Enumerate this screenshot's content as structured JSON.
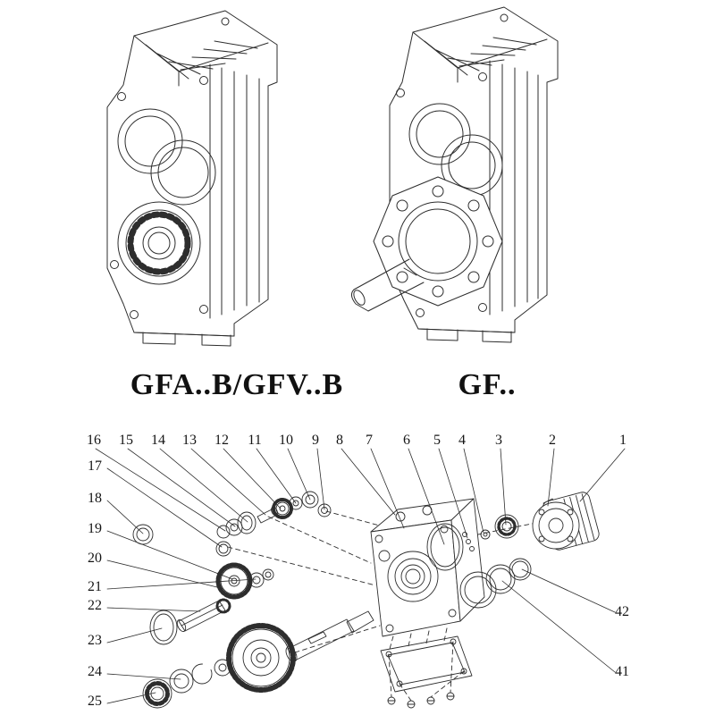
{
  "colors": {
    "line": "#2d2d2d",
    "background": "#ffffff"
  },
  "captions": {
    "left": "GFA..B/GFV..B",
    "right": "GF.."
  },
  "figures": {
    "left_drawing": "shaft-mounted gear reducer isometric line drawing",
    "right_drawing": "flange-mounted gear reducer with output shaft isometric line drawing",
    "bottom_drawing": "exploded parts view of gear reducer"
  },
  "exploded": {
    "top_labels": [
      "16",
      "15",
      "14",
      "13",
      "12",
      "11",
      "10",
      "9",
      "8",
      "7",
      "6",
      "5",
      "4",
      "3",
      "2",
      "1"
    ],
    "left_labels": [
      "17",
      "18",
      "19",
      "20",
      "21",
      "22",
      "23",
      "24",
      "25"
    ],
    "right_labels": [
      "42",
      "41"
    ]
  }
}
